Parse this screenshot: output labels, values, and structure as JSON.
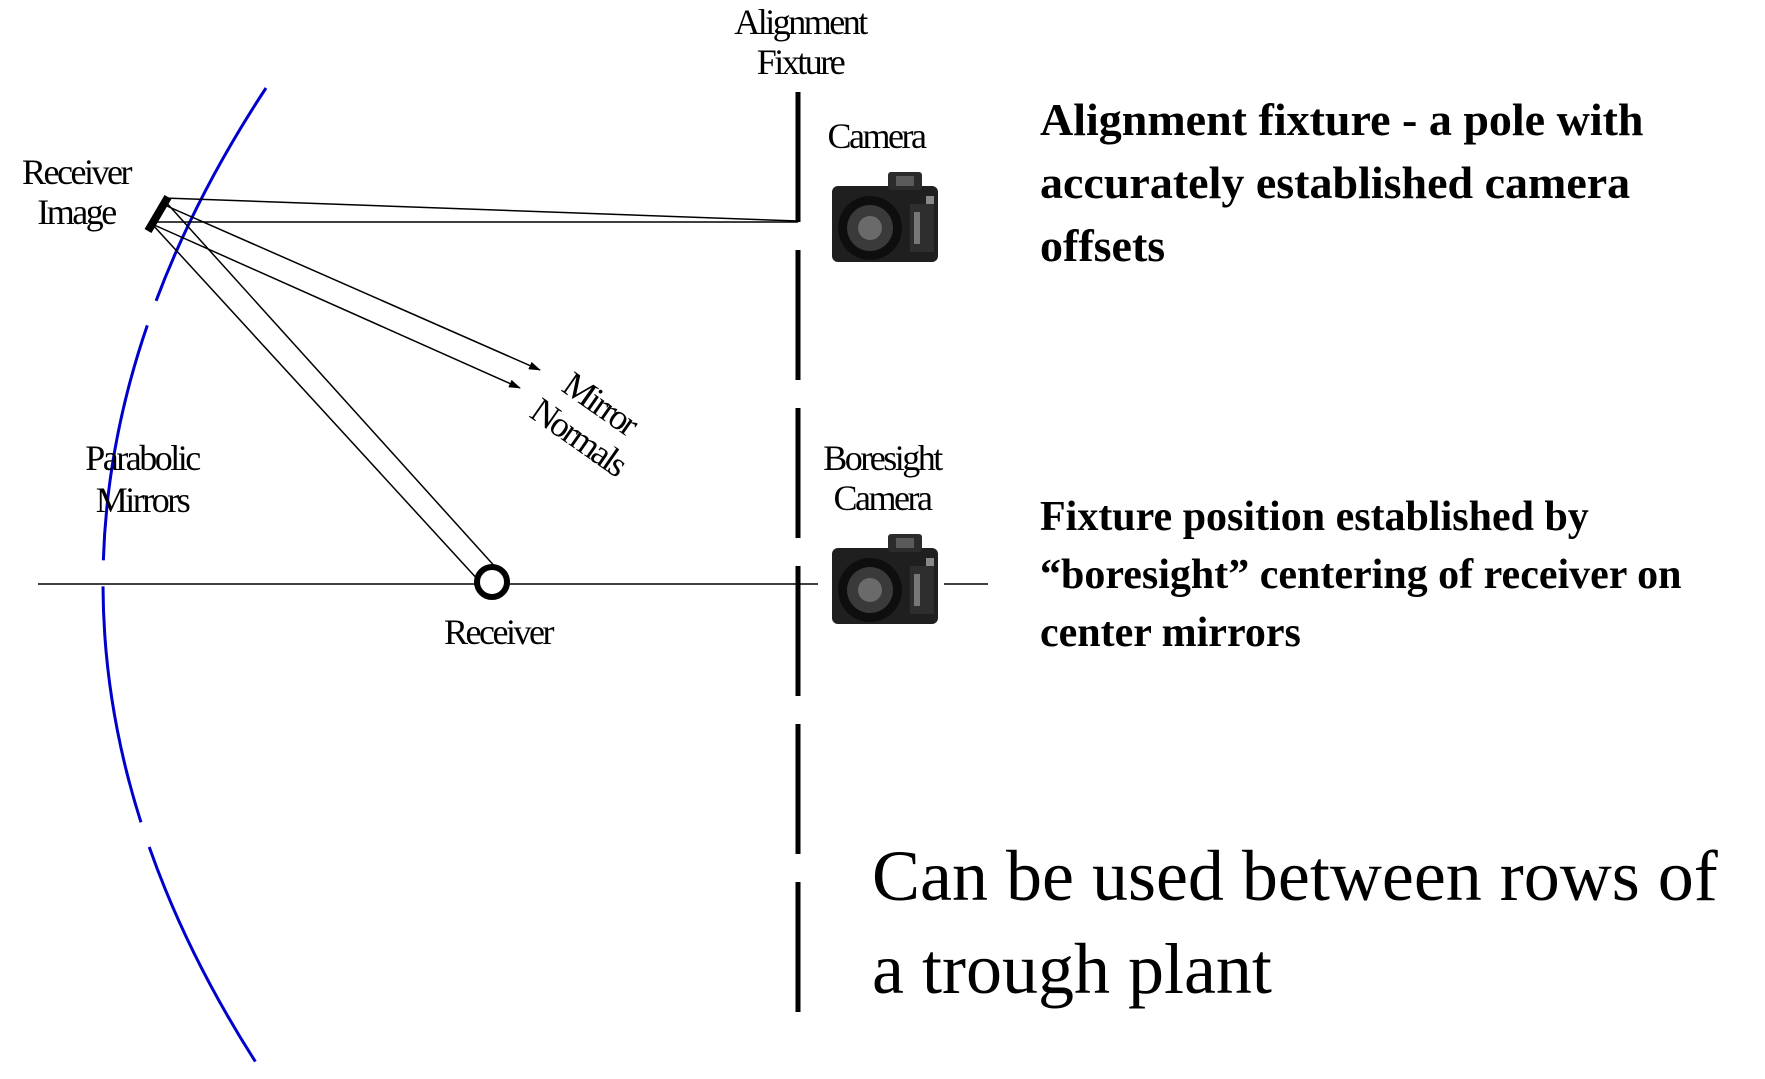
{
  "diagram": {
    "labels": {
      "alignment_fixture_line1": "Alignment",
      "alignment_fixture_line2": "Fixture",
      "camera": "Camera",
      "receiver_image_line1": "Receiver",
      "receiver_image_line2": "Image",
      "mirror_normals_line1": "Mirror",
      "mirror_normals_line2": "Normals",
      "parabolic_mirrors_line1": "Parabolic",
      "parabolic_mirrors_line2": "Mirrors",
      "boresight_camera_line1": "Boresight",
      "boresight_camera_line2": "Camera",
      "receiver": "Receiver"
    },
    "notes": {
      "fixture_description": "Alignment fixture - a pole with accurately established camera offsets",
      "fixture_position": "Fixture position established by “boresight” centering of receiver on center mirrors",
      "usage": "Can be used between rows of a trough plant"
    },
    "colors": {
      "mirror_curve": "#0000cc",
      "lines": "#000000",
      "background": "#ffffff"
    },
    "icons": {
      "camera_top": "camera-icon",
      "camera_boresight": "camera-icon"
    }
  }
}
